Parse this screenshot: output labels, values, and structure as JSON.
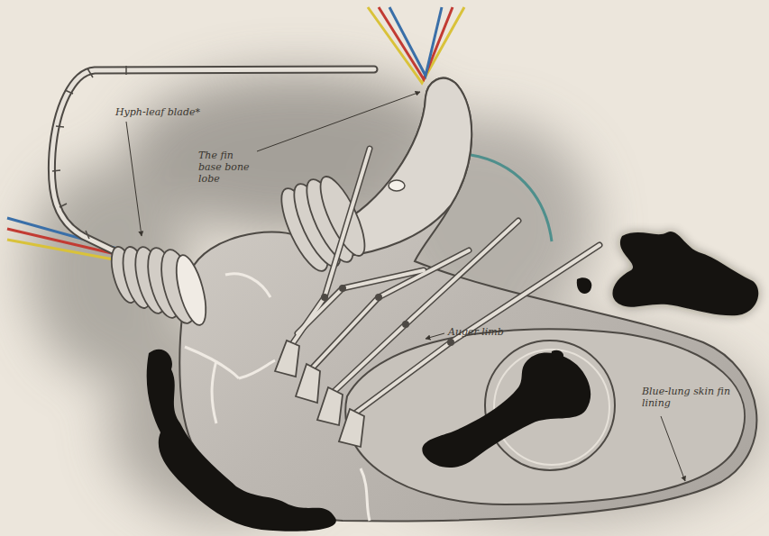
{
  "diagram": {
    "labels": [
      "Hyph-leaf blade*",
      "The fin base bone lobe",
      "Auger limb",
      "Blue-lung skin fin lining"
    ]
  }
}
